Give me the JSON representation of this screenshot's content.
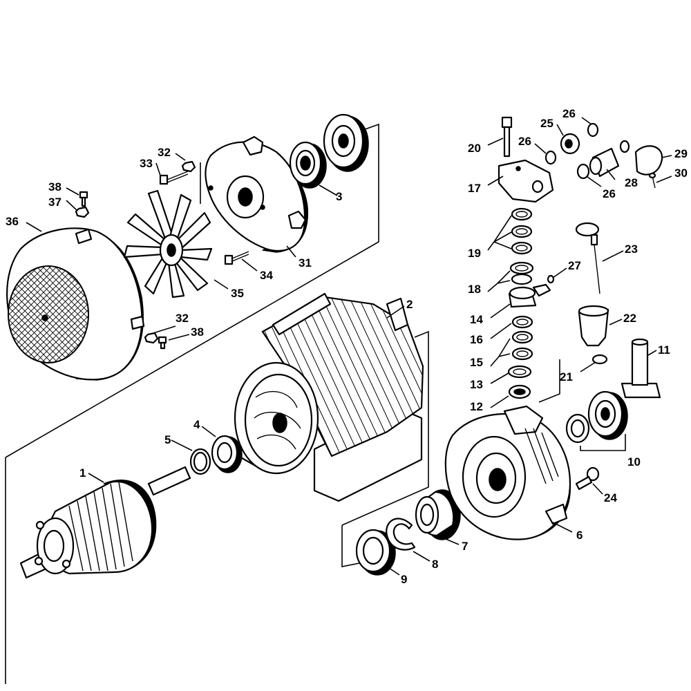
{
  "labels": {
    "l1": "1",
    "l2": "2",
    "l3": "3",
    "l4": "4",
    "l5": "5",
    "l6": "6",
    "l7": "7",
    "l8": "8",
    "l9": "9",
    "l10": "10",
    "l11": "11",
    "l12": "12",
    "l13": "13",
    "l14": "14",
    "l15": "15",
    "l16": "16",
    "l17": "17",
    "l18": "18",
    "l19": "19",
    "l20": "20",
    "l21": "21",
    "l22": "22",
    "l23": "23",
    "l24": "24",
    "l25": "25",
    "l26a": "26",
    "l26b": "26",
    "l26c": "26",
    "l27": "27",
    "l28": "28",
    "l29": "29",
    "l30": "30",
    "l31": "31",
    "l32a": "32",
    "l32b": "32",
    "l33": "33",
    "l34": "34",
    "l35": "35",
    "l36": "36",
    "l37": "37",
    "l38a": "38",
    "l38b": "38"
  }
}
